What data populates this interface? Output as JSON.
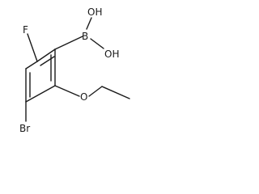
{
  "molecule": {
    "atoms": {
      "fluorine": "F",
      "bromine": "Br",
      "boron": "B",
      "hydroxyl_top": "OH",
      "hydroxyl_bottom": "OH",
      "ether_oxygen": "O"
    }
  }
}
